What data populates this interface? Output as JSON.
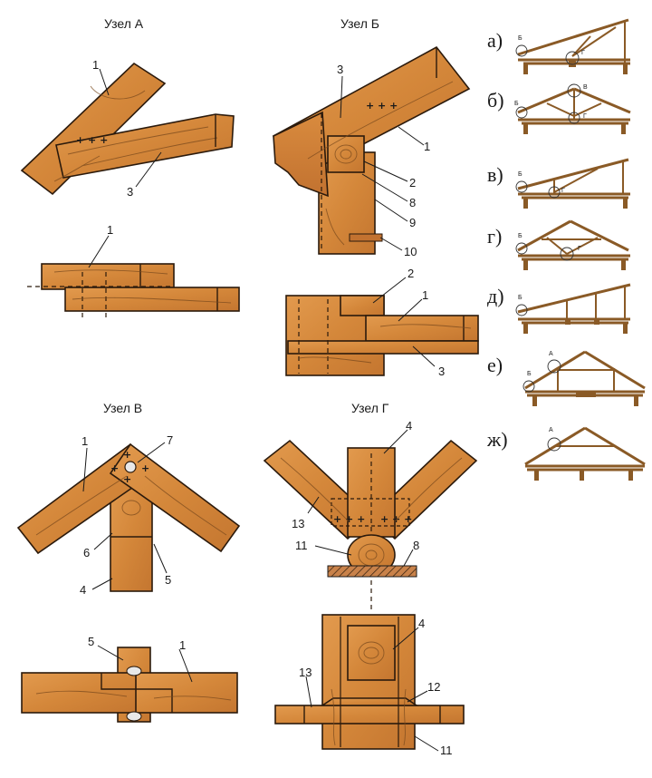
{
  "nodes": {
    "a": {
      "title": "Узел А"
    },
    "b": {
      "title": "Узел Б"
    },
    "v": {
      "title": "Узел В"
    },
    "g": {
      "title": "Узел Г"
    }
  },
  "callouts": {
    "a_top_1": "1",
    "a_top_3": "3",
    "a_bot_1": "1",
    "b_top_3": "3",
    "b_top_1": "1",
    "b_top_2": "2",
    "b_top_8": "8",
    "b_top_9": "9",
    "b_top_10": "10",
    "b_bot_2": "2",
    "b_bot_1": "1",
    "b_bot_3": "3",
    "v_top_1": "1",
    "v_top_7": "7",
    "v_top_6": "6",
    "v_top_5": "5",
    "v_top_4": "4",
    "v_bot_5": "5",
    "v_bot_1": "1",
    "g_top_4": "4",
    "g_top_13": "13",
    "g_top_11": "11",
    "g_top_8": "8",
    "g_bot_4": "4",
    "g_bot_13": "13",
    "g_bot_12": "12",
    "g_bot_11": "11"
  },
  "variants": [
    {
      "label": "а)",
      "marks": [
        "Б",
        "Г"
      ]
    },
    {
      "label": "б)",
      "marks": [
        "В",
        "Б",
        "Г"
      ]
    },
    {
      "label": "в)",
      "marks": [
        "Б",
        "Г"
      ]
    },
    {
      "label": "г)",
      "marks": [
        "Б",
        "Г"
      ]
    },
    {
      "label": "д)",
      "marks": [
        "Б"
      ]
    },
    {
      "label": "е)",
      "marks": [
        "А",
        "Б"
      ]
    },
    {
      "label": "ж)",
      "marks": [
        "А"
      ]
    }
  ],
  "colors": {
    "wood": "#d98a3c",
    "wood_dark": "#b8692a",
    "outline": "#2b1a0c"
  }
}
